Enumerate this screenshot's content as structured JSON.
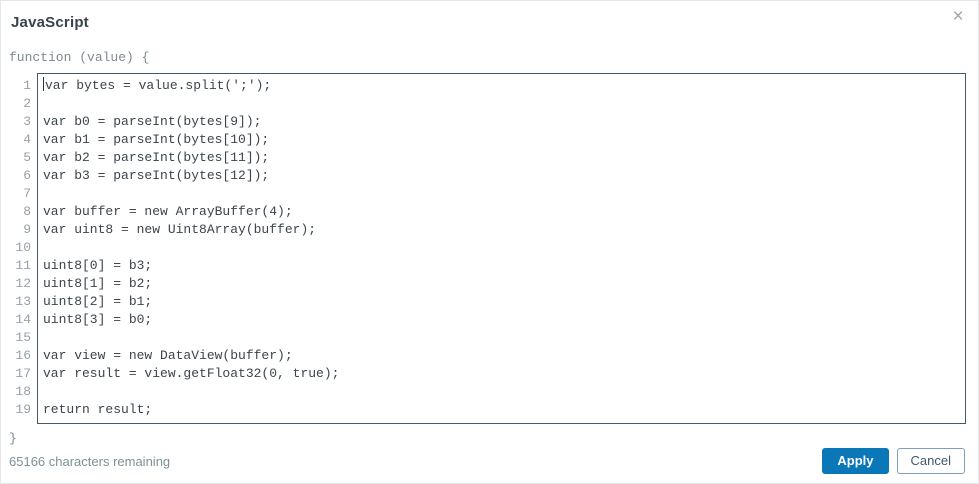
{
  "dialog": {
    "title": "JavaScript",
    "close_icon": "×"
  },
  "editor": {
    "prefix": "function (value) {",
    "suffix": "}",
    "lines": [
      {
        "n": "1",
        "code": "var bytes = value.split(';');"
      },
      {
        "n": "2",
        "code": ""
      },
      {
        "n": "3",
        "code": "var b0 = parseInt(bytes[9]);"
      },
      {
        "n": "4",
        "code": "var b1 = parseInt(bytes[10]);"
      },
      {
        "n": "5",
        "code": "var b2 = parseInt(bytes[11]);"
      },
      {
        "n": "6",
        "code": "var b3 = parseInt(bytes[12]);"
      },
      {
        "n": "7",
        "code": ""
      },
      {
        "n": "8",
        "code": "var buffer = new ArrayBuffer(4);"
      },
      {
        "n": "9",
        "code": "var uint8 = new Uint8Array(buffer);"
      },
      {
        "n": "10",
        "code": ""
      },
      {
        "n": "11",
        "code": "uint8[0] = b3;"
      },
      {
        "n": "12",
        "code": "uint8[1] = b2;"
      },
      {
        "n": "13",
        "code": "uint8[2] = b1;"
      },
      {
        "n": "14",
        "code": "uint8[3] = b0;"
      },
      {
        "n": "15",
        "code": ""
      },
      {
        "n": "16",
        "code": "var view = new DataView(buffer);"
      },
      {
        "n": "17",
        "code": "var result = view.getFloat32(0, true);"
      },
      {
        "n": "18",
        "code": ""
      },
      {
        "n": "19",
        "code": "return result;"
      }
    ]
  },
  "footer": {
    "chars_remaining": "65166 characters remaining",
    "apply_label": "Apply",
    "cancel_label": "Cancel"
  },
  "colors": {
    "accent_blue": "#0a77b8",
    "editor_border": "#45586b",
    "cancel_border": "#7ba0c0",
    "muted_text": "#7d909b"
  }
}
